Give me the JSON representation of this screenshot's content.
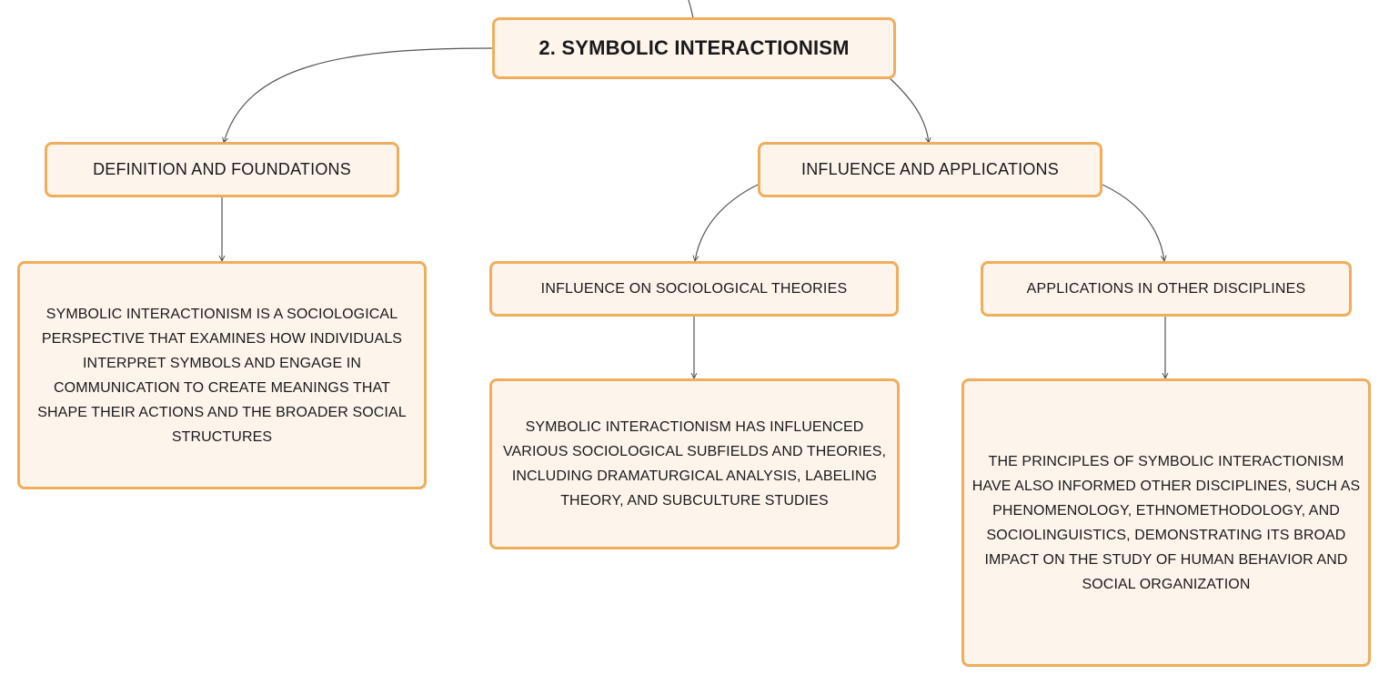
{
  "diagram": {
    "root": {
      "label": "2. SYMBOLIC INTERACTIONISM"
    },
    "nodes": {
      "definition": {
        "label": "DEFINITION AND FOUNDATIONS"
      },
      "definition_text": {
        "label": "SYMBOLIC INTERACTIONISM IS A SOCIOLOGICAL PERSPECTIVE THAT EXAMINES HOW INDIVIDUALS INTERPRET SYMBOLS AND ENGAGE IN COMMUNICATION TO CREATE MEANINGS THAT SHAPE THEIR ACTIONS AND THE BROADER SOCIAL STRUCTURES"
      },
      "influence": {
        "label": "INFLUENCE AND APPLICATIONS"
      },
      "influence_theories": {
        "label": "INFLUENCE ON SOCIOLOGICAL THEORIES"
      },
      "influence_theories_text": {
        "label": "SYMBOLIC INTERACTIONISM HAS INFLUENCED VARIOUS SOCIOLOGICAL SUBFIELDS AND THEORIES, INCLUDING DRAMATURGICAL ANALYSIS, LABELING THEORY, AND SUBCULTURE STUDIES"
      },
      "applications": {
        "label": "APPLICATIONS IN OTHER DISCIPLINES"
      },
      "applications_text": {
        "label": "THE PRINCIPLES OF SYMBOLIC INTERACTIONISM HAVE ALSO INFORMED OTHER DISCIPLINES, SUCH AS PHENOMENOLOGY, ETHNOMETHODOLOGY, AND SOCIOLINGUISTICS, DEMONSTRATING ITS BROAD IMPACT ON THE STUDY OF HUMAN BEHAVIOR AND SOCIAL ORGANIZATION"
      }
    },
    "edges": [
      {
        "from": "root",
        "to": "definition"
      },
      {
        "from": "root",
        "to": "influence"
      },
      {
        "from": "definition",
        "to": "definition_text"
      },
      {
        "from": "influence",
        "to": "influence_theories"
      },
      {
        "from": "influence",
        "to": "applications"
      },
      {
        "from": "influence_theories",
        "to": "influence_theories_text"
      },
      {
        "from": "applications",
        "to": "applications_text"
      }
    ],
    "colors": {
      "node_fill": "#fdf4ec",
      "node_border": "#f0ae5c",
      "edge": "#555555",
      "text": "#1a1a1a"
    }
  }
}
